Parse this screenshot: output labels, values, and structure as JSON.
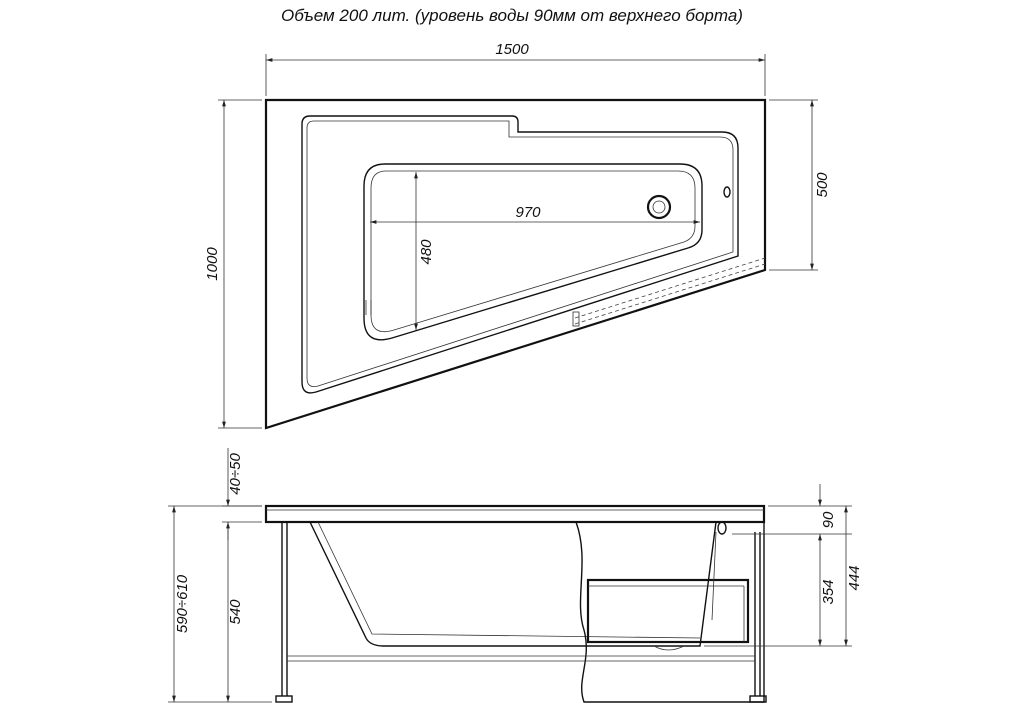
{
  "title": "Объем 200 лит. (уровень воды 90мм от верхнего борта)",
  "dimensions": {
    "top_width": "1500",
    "top_height": "1000",
    "right_height": "500",
    "basin_length": "970",
    "basin_width": "480",
    "rim_thickness": "40÷50",
    "total_height": "590÷610",
    "tub_height": "540",
    "water_level": "90",
    "depth_inner": "354",
    "depth_total": "444"
  }
}
